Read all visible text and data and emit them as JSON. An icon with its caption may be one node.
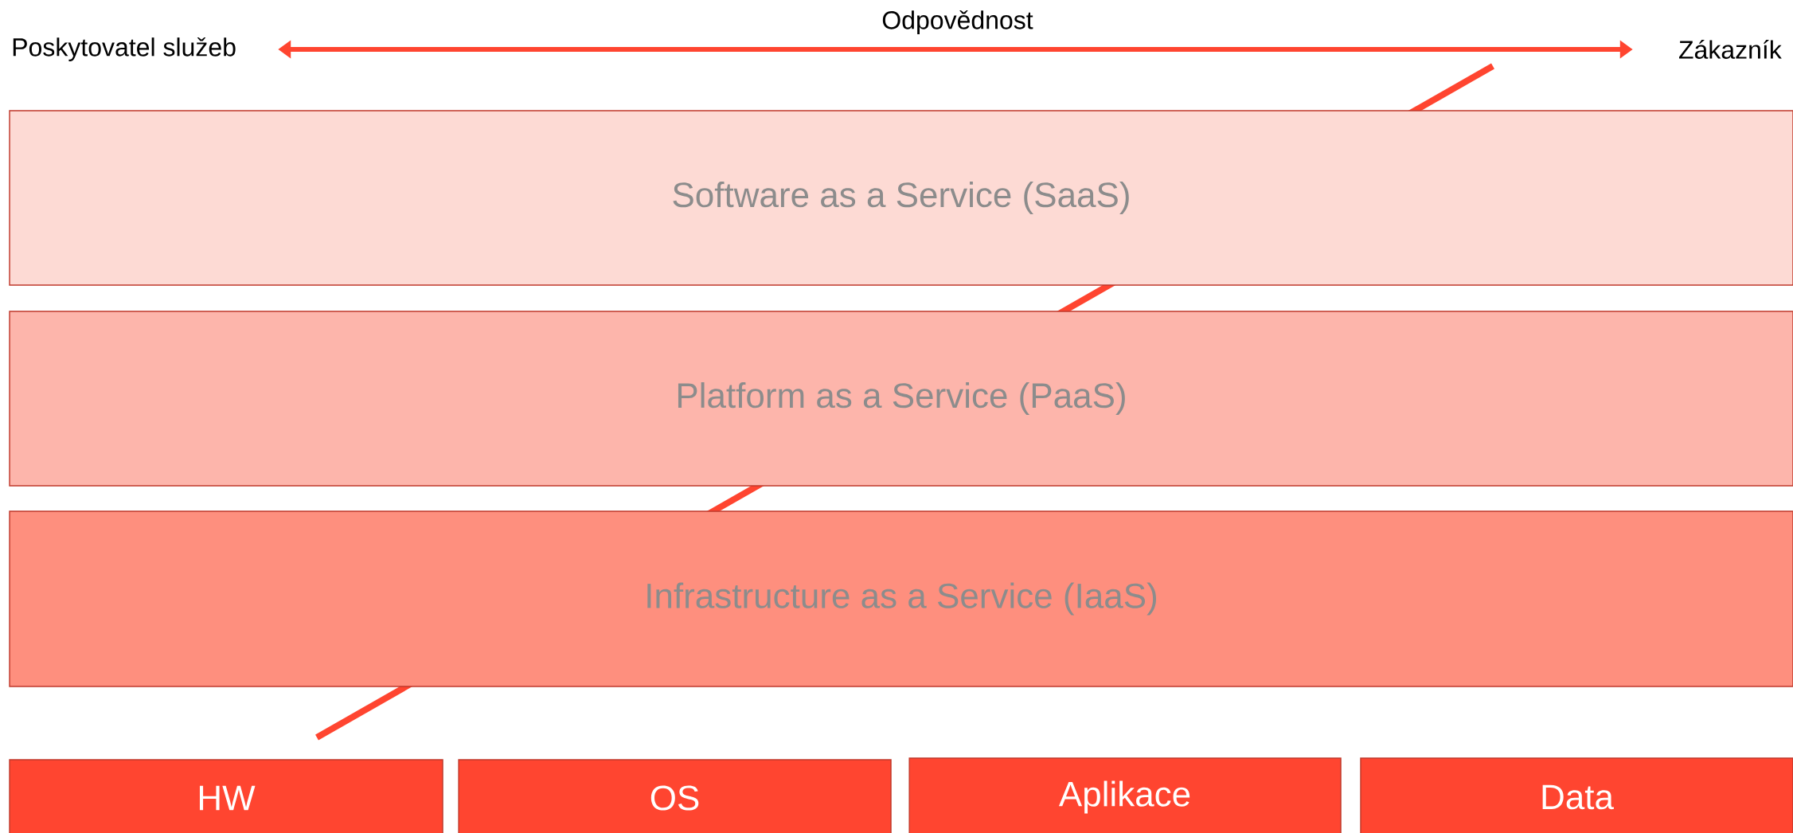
{
  "diagram": {
    "nodes": [
      {
        "text": [
          "Poskytovatel služeb"
        ]
      },
      {
        "text": [
          "Zákazník"
        ]
      },
      {
        "text": [
          "Software as a Service (SaaS)"
        ]
      },
      {
        "text": [
          "Platform as a Service (PaaS)"
        ]
      },
      {
        "text": [
          "Infrastructure as a Service (IaaS)"
        ]
      },
      {
        "text": [
          "HW"
        ]
      },
      {
        "text": [
          "OS"
        ]
      },
      {
        "text": [
          "Aplikace"
        ]
      },
      {
        "text": [
          "Data"
        ]
      }
    ],
    "edges": [
      {
        "from": 0,
        "to": 1,
        "arrow": "both",
        "label": "Odpovědnost"
      }
    ]
  }
}
